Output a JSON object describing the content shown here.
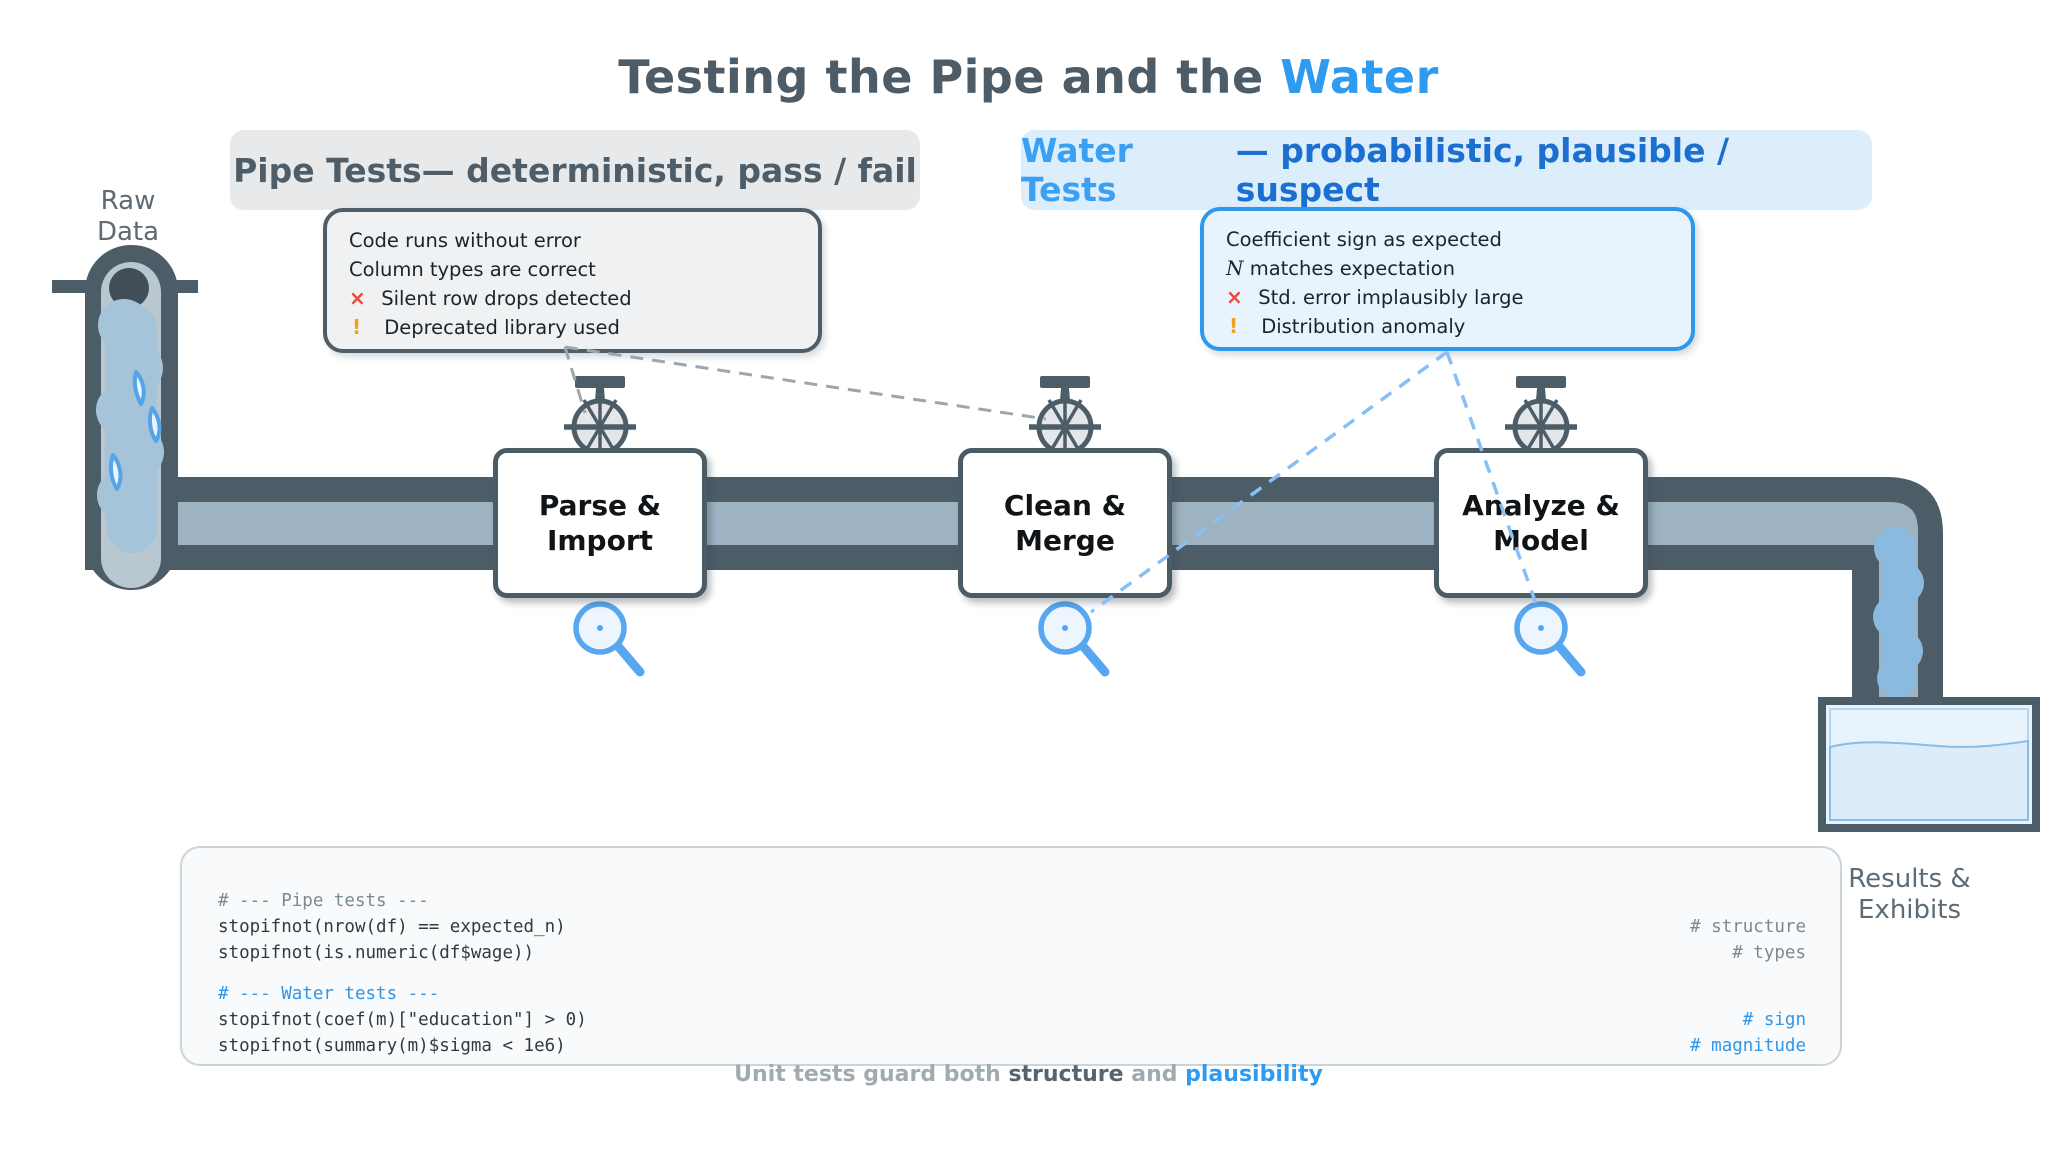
{
  "title": {
    "prefix": "Testing the Pipe and the ",
    "highlight": "Water"
  },
  "headers": {
    "pipe": {
      "strong": "Pipe Tests",
      "rest": " — deterministic, pass / fail"
    },
    "water": {
      "strong": "Water Tests",
      "rest": " — probabilistic, plausible / suspect"
    }
  },
  "callouts": {
    "pipe": {
      "items": [
        {
          "text": "Code runs without error"
        },
        {
          "text": "Column types are correct"
        },
        {
          "icon": "×",
          "text": " Silent row drops detected"
        },
        {
          "icon": "!",
          "text": " Deprecated library used"
        }
      ]
    },
    "water": {
      "items": [
        {
          "text": "Coefficient sign as expected"
        },
        {
          "lead": "N",
          "text": " matches expectation"
        },
        {
          "icon": "×",
          "text": " Std. error implausibly large"
        },
        {
          "icon": "!",
          "text": " Distribution anomaly"
        }
      ]
    }
  },
  "pipeline": {
    "source": {
      "line1": "Raw",
      "line2": "Data"
    },
    "stages": [
      {
        "line1": "Parse &",
        "line2": "Import"
      },
      {
        "line1": "Clean &",
        "line2": "Merge"
      },
      {
        "line1": "Analyze &",
        "line2": "Model"
      }
    ],
    "sink": {
      "line1": "Results &",
      "line2": "Exhibits"
    }
  },
  "code": {
    "rows": [
      {
        "left": "# --- Pipe tests ---",
        "right": ""
      },
      {
        "left": "stopifnot(nrow(df) == expected_n)",
        "right": "# structure"
      },
      {
        "left": "stopifnot(is.numeric(df$wage))",
        "right": "# types"
      },
      {
        "left": "# --- Water tests ---",
        "right": ""
      },
      {
        "left": "stopifnot(coef(m)[\"education\"] > 0)",
        "right": "# sign"
      },
      {
        "left": "stopifnot(summary(m)$sigma < 1e6)",
        "right": "# magnitude"
      }
    ]
  },
  "footer": {
    "part1": "Unit tests guard both ",
    "strong": "structure",
    "part2": " and ",
    "highlight": "plausibility"
  },
  "colors": {
    "dark_slate": "#4d5d68",
    "accent_blue": "#2f9bf0",
    "header_water_strong": "#3aa0f4",
    "header_water_rest": "#1a6fd0",
    "error_red": "#e44d3d",
    "warning_orange": "#f5a01d",
    "pipe_inner": "#9db3c2",
    "water_blue": "#a5c3d9",
    "magnifier_blue": "#57a6f0",
    "code_comment_gray": "#7b8a92",
    "code_comment_blue": "#2f96e8"
  }
}
